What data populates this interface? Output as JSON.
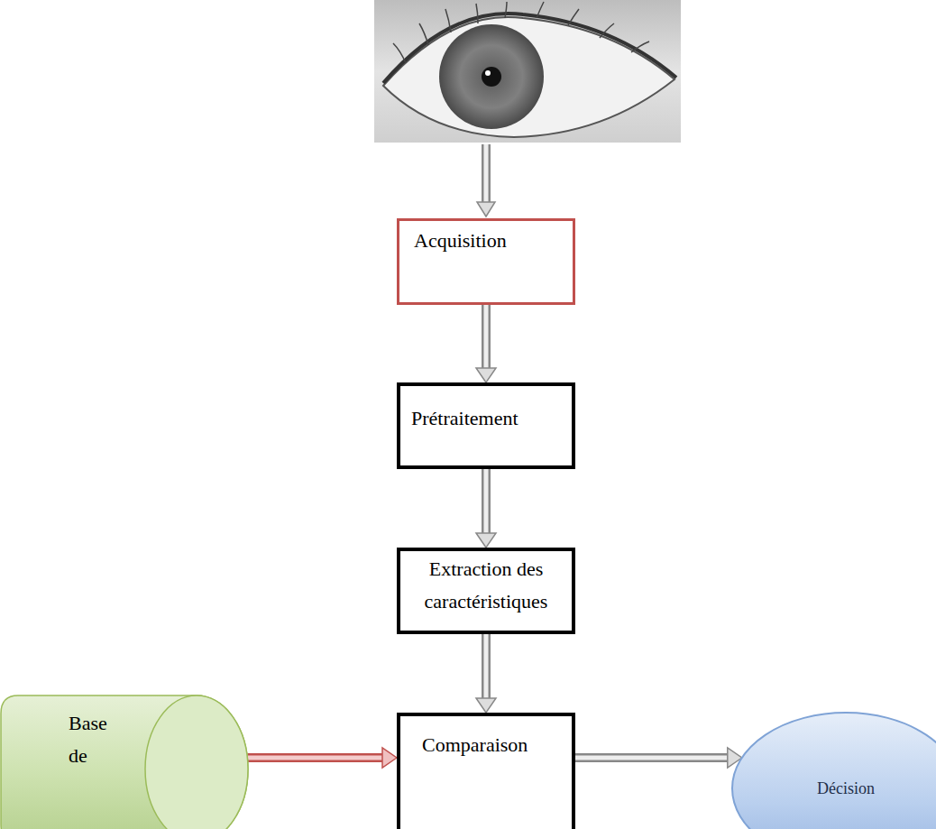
{
  "diagram": {
    "nodes": [
      {
        "text": [
          "Acquisition"
        ]
      },
      {
        "text": [
          "Prétraitement"
        ]
      },
      {
        "text": [
          "Extraction des caractéristiques"
        ]
      },
      {
        "text": [
          "Comparaison"
        ]
      },
      {
        "text": [
          "Base de"
        ]
      },
      {
        "text": [
          "Décision"
        ]
      }
    ],
    "edges": [
      {
        "from": 0,
        "to": 1,
        "arrow": "to"
      },
      {
        "from": 1,
        "to": 2,
        "arrow": "to"
      },
      {
        "from": 2,
        "to": 3,
        "arrow": "to"
      },
      {
        "from": 4,
        "to": 3,
        "arrow": "to"
      },
      {
        "from": 3,
        "to": 5,
        "arrow": "to"
      }
    ]
  }
}
